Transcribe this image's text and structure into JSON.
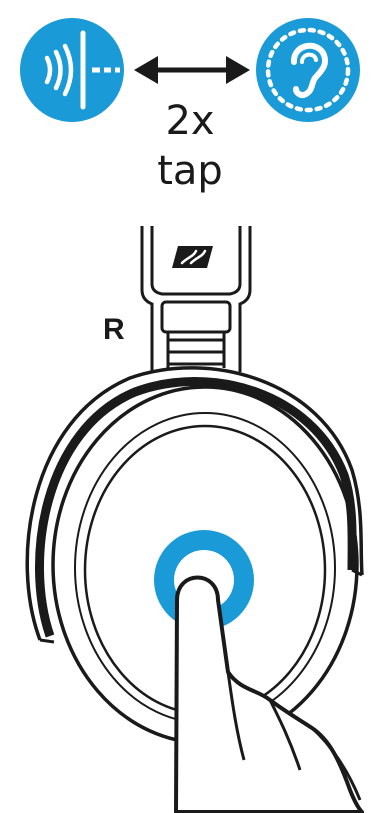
{
  "instruction": {
    "count_label": "2x",
    "action_label": "tap",
    "left_mode_icon": "transparency-sound-icon",
    "right_mode_icon": "hearing-ear-icon",
    "connector_icon": "double-arrow-icon"
  },
  "headphone": {
    "side_label": "R"
  },
  "colors": {
    "accent": "#1a9ad6",
    "ink": "#1a1a1a",
    "background": "#ffffff"
  }
}
